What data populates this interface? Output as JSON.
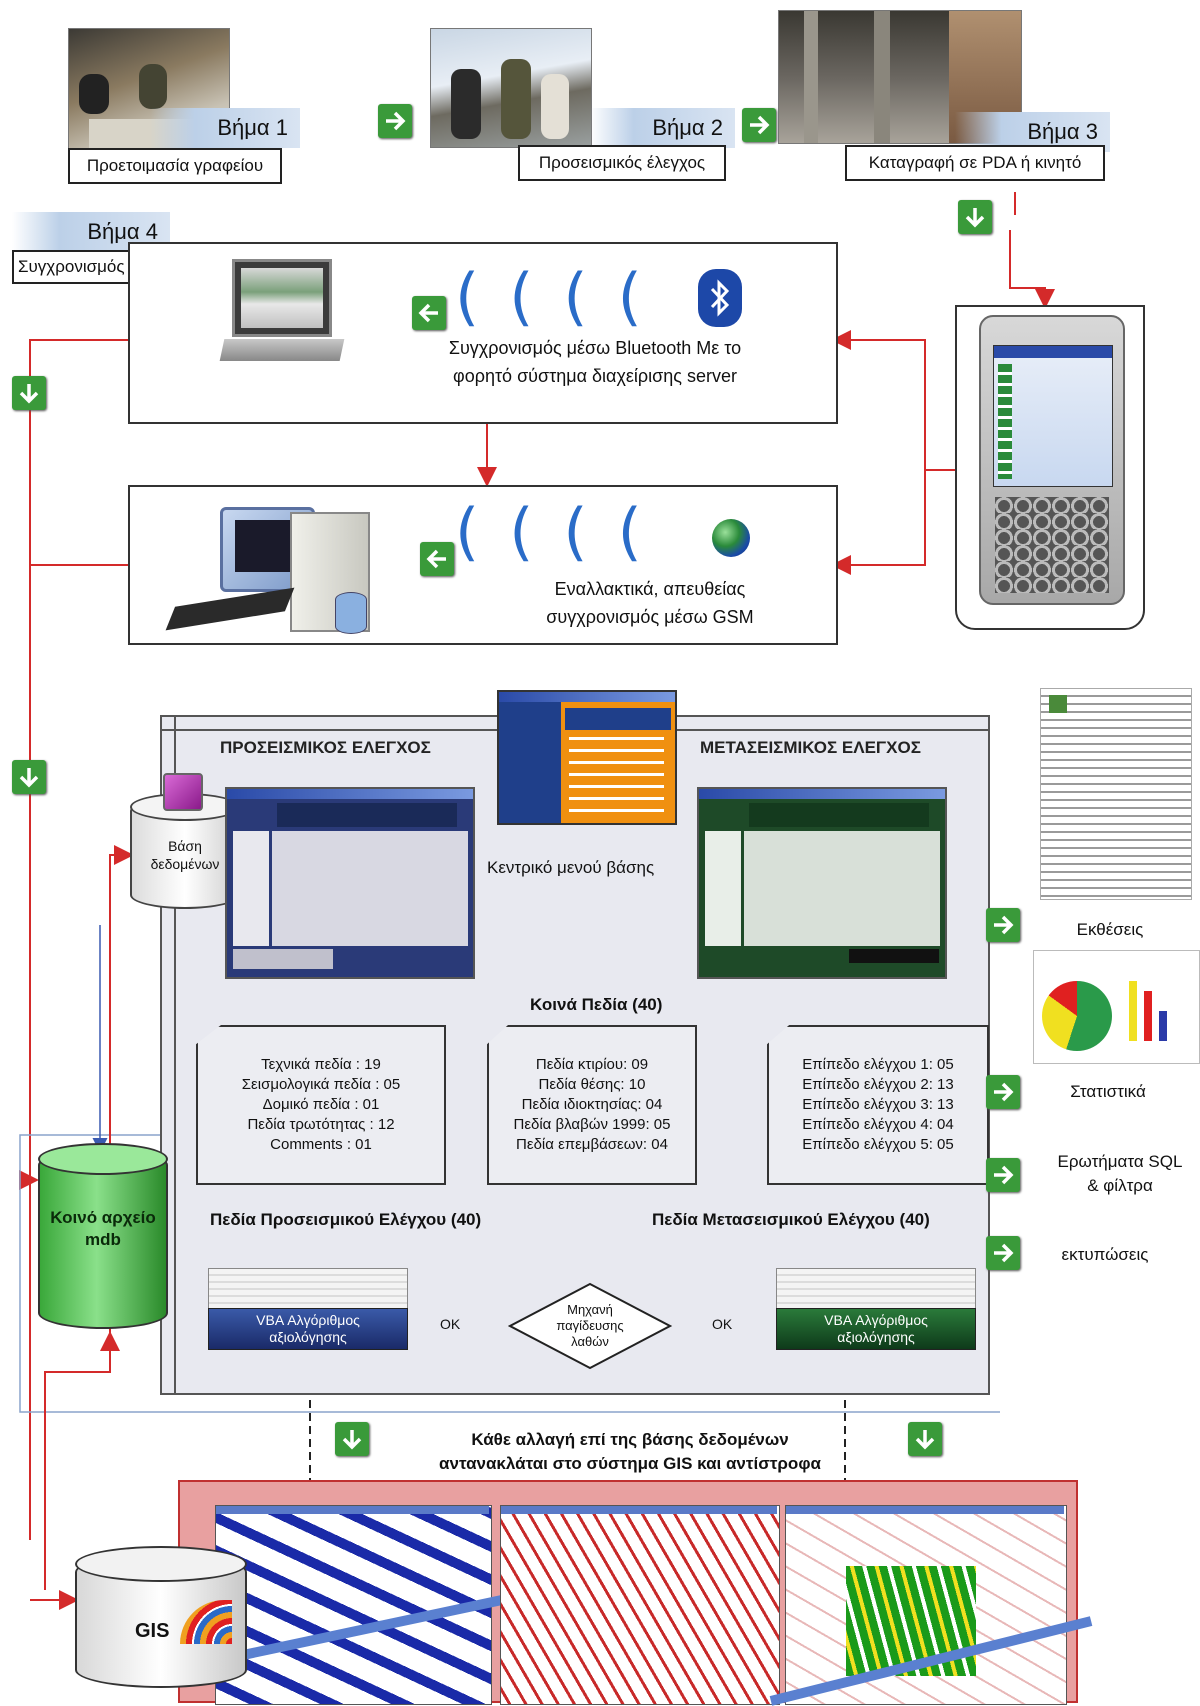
{
  "steps": [
    {
      "tag": "Βήμα 1",
      "label": "Προετοιμασία γραφείου"
    },
    {
      "tag": "Βήμα 2",
      "label": "Προσεισμικός έλεγχος"
    },
    {
      "tag": "Βήμα 3",
      "label": "Καταγραφή σε PDA ή κινητό"
    },
    {
      "tag": "Βήμα 4",
      "label": "Συγχρονισμός"
    }
  ],
  "sync": {
    "bluetooth_caption_1": "Συγχρονισμός μέσω Bluetooth Με το",
    "bluetooth_caption_2": "φορητό σύστημα διαχείρισης server",
    "gsm_caption_1": "Εναλλακτικά, απευθείας",
    "gsm_caption_2": "συγχρονισμός μέσω GSM"
  },
  "database": {
    "pre_title": "ΠΡΟΣΕΙΣΜΙΚΟΣ ΕΛΕΓΧΟΣ",
    "post_title": "ΜΕΤΑΣΕΙΣΜΙΚΟΣ ΕΛΕΓΧΟΣ",
    "db_label_1": "Βάση",
    "db_label_2": "δεδομένων",
    "central_menu": "Κεντρικό μενού βάσης",
    "common_fields_title": "Κοινά Πεδία (40)",
    "left_card": [
      "Τεχνικά πεδία : 19",
      "Σεισμολογικά πεδία : 05",
      "Δομικό πεδία : 01",
      "Πεδία τρωτότητας : 12",
      "Comments : 01"
    ],
    "center_card": [
      "Πεδία κτιρίου: 09",
      "Πεδία θέσης: 10",
      "Πεδία ιδιοκτησίας: 04",
      "Πεδία βλαβών 1999: 05",
      "Πεδία επεμβάσεων: 04"
    ],
    "right_card": [
      "Επίπεδο ελέγχου 1: 05",
      "Επίπεδο ελέγχου 2: 13",
      "Επίπεδο ελέγχου 3: 13",
      "Επίπεδο ελέγχου 4: 04",
      "Επίπεδο ελέγχου 5: 05"
    ],
    "pre_fields_title": "Πεδία Προσεισμικού Ελέγχου (40)",
    "post_fields_title": "Πεδία Μετασεισμικού Ελέγχου (40)",
    "engine_1": "Μηχανή",
    "engine_2": "παγίδευσης",
    "engine_3": "λαθών",
    "ok_left": "OK",
    "ok_right": "OK",
    "vba_left_1": "VBA Αλγόριθμος",
    "vba_left_2": "αξιολόγησης",
    "vba_right_1": "VBA Αλγόριθμος",
    "vba_right_2": "αξιολόγησης",
    "common_file_1": "Κοινό αρχείο",
    "common_file_2": "mdb"
  },
  "outputs": {
    "reports": "Εκθέσεις",
    "statistics": "Στατιστικά",
    "sql_1": "Ερωτήματα SQL",
    "sql_2": "& φίλτρα",
    "prints": "εκτυπώσεις"
  },
  "gis": {
    "note_1": "Κάθε αλλαγή επί της βάσης δεδομένων",
    "note_2": "αντανακλάται στο σύστημα GIS και αντίστροφα",
    "label": "GIS"
  },
  "colors": {
    "arrow_green": "#3a9a3a",
    "flow_red": "#d42a2a",
    "pre_blue": "#1f3f7a",
    "post_green": "#1e5a2a",
    "gis_band": "#e8a0a0"
  }
}
